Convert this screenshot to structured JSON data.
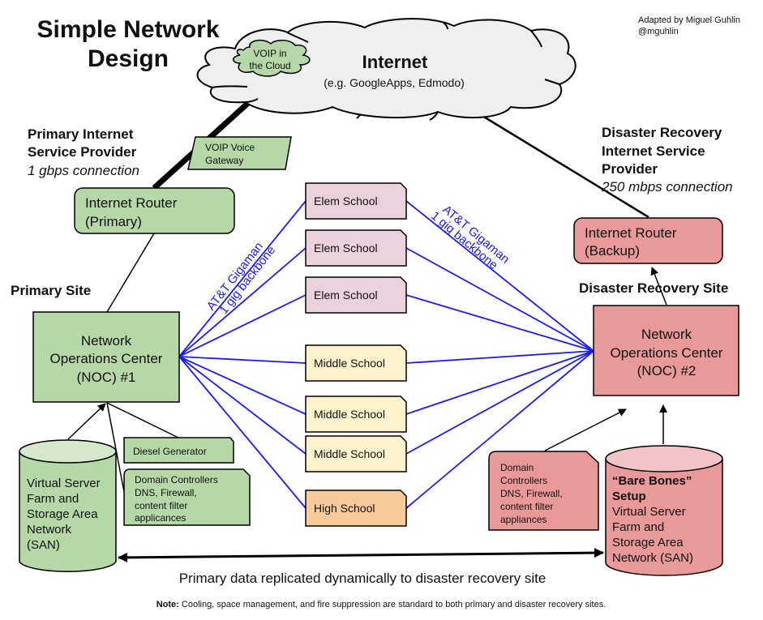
{
  "title": {
    "line1": "Simple Network",
    "line2": "Design"
  },
  "credit": {
    "line1": "Adapted by Miguel Guhlin",
    "line2": "@mguhlin"
  },
  "internet": {
    "title": "Internet",
    "subtitle": "(e.g. GoogleApps, Edmodo)",
    "voip_cloud": {
      "line1": "VOIP in",
      "line2": "the Cloud"
    }
  },
  "primary_isp": {
    "line1": "Primary Internet",
    "line2": "Service Provider",
    "speed": "1 gbps connection"
  },
  "dr_isp": {
    "line1": "Disaster Recovery",
    "line2": "Internet Service",
    "line3": "Provider",
    "speed": "250 mbps connection"
  },
  "voip_gateway": {
    "line1": "VOIP Voice",
    "line2": "Gateway"
  },
  "router_primary": {
    "line1": "Internet Router",
    "line2": "(Primary)"
  },
  "router_backup": {
    "line1": "Internet Router",
    "line2": "(Backup)"
  },
  "primary_site_label": "Primary Site",
  "dr_site_label": "Disaster Recovery Site",
  "noc1": {
    "line1": "Network",
    "line2": "Operations Center",
    "line3": "(NOC)  #1"
  },
  "noc2": {
    "line1": "Network",
    "line2": "Operations Center",
    "line3": "(NOC)  #2"
  },
  "backbone_label": {
    "line1": "AT&T Gigaman",
    "line2": "1 gig backbone"
  },
  "schools": [
    {
      "label": "Elem School",
      "type": "elementary"
    },
    {
      "label": "Elem School",
      "type": "elementary"
    },
    {
      "label": "Elem School",
      "type": "elementary"
    },
    {
      "label": "Middle School",
      "type": "middle"
    },
    {
      "label": "Middle School",
      "type": "middle"
    },
    {
      "label": "Middle School",
      "type": "middle"
    },
    {
      "label": "High School",
      "type": "high"
    }
  ],
  "primary_services": {
    "diesel": "Diesel Generator",
    "domain": {
      "line1": "Domain Controllers",
      "line2": "DNS, Firewall,",
      "line3": "content filter",
      "line4": "applicances"
    }
  },
  "primary_san": {
    "line1": "Virtual Server",
    "line2": "Farm and",
    "line3": "Storage Area",
    "line4": "Network",
    "line5": "(SAN)"
  },
  "dr_services": {
    "line1": "Domain",
    "line2": "Controllers",
    "line3": "DNS, Firewall,",
    "line4": "content filter",
    "line5": "appliances"
  },
  "dr_san": {
    "bold1": "“Bare Bones”",
    "bold2": "Setup",
    "line1": "Virtual Server",
    "line2": "Farm and",
    "line3": "Storage Area",
    "line4": "Network (SAN)"
  },
  "replication_caption": "Primary data replicated dynamically to disaster recovery site",
  "note": {
    "label": "Note:",
    "text": " Cooling, space management, and fire suppression are standard to both primary and disaster recovery sites."
  },
  "colors": {
    "green": "#b6d7a8",
    "green_light": "#d4e8cc",
    "red": "#ea9999",
    "red_light": "#f2c4c4",
    "pink": "#ead1dc",
    "yellow": "#fff2cc",
    "orange": "#f9cb9c",
    "cloud": "#efefef",
    "backbone": "#1a1aff"
  }
}
